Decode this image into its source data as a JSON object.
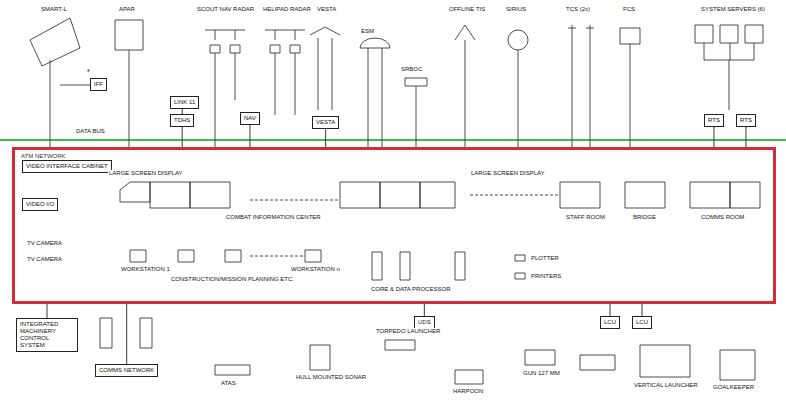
{
  "diagram": {
    "nodes": [
      {
        "text": [
          "ATM NETWORK"
        ]
      },
      {
        "text": [
          "VIDEO INTERFACE CABINET"
        ],
        "in": 0
      },
      {
        "text": [
          "VIDEO I/O"
        ],
        "in": 0
      },
      {
        "text": [
          "IFF"
        ]
      },
      {
        "text": [
          "LINK 11"
        ]
      },
      {
        "text": [
          "TDHS"
        ]
      },
      {
        "text": [
          "NAV"
        ]
      },
      {
        "text": [
          "VESTA"
        ]
      },
      {
        "text": [
          "RTS"
        ]
      },
      {
        "text": [
          "RTS"
        ]
      },
      {
        "text": [
          "INTEGRATED MACHINERY CONTROL SYSTEM"
        ]
      },
      {
        "text": [
          "COMMS NETWORK"
        ]
      },
      {
        "text": [
          "UDS"
        ]
      },
      {
        "text": [
          "LCU"
        ]
      },
      {
        "text": [
          "LCU"
        ]
      }
    ],
    "edges": [
      {
        "from": 4,
        "to": 5,
        "arrow": "none"
      },
      {
        "from": 5,
        "to": 0,
        "arrow": "none"
      },
      {
        "from": 6,
        "to": 0,
        "arrow": "none"
      },
      {
        "from": 7,
        "to": 0,
        "arrow": "none"
      },
      {
        "from": 8,
        "to": 0,
        "arrow": "none"
      },
      {
        "from": 9,
        "to": 0,
        "arrow": "none"
      },
      {
        "from": 0,
        "to": 10,
        "arrow": "none"
      },
      {
        "from": 0,
        "to": 11,
        "arrow": "none"
      },
      {
        "from": 0,
        "to": 12,
        "arrow": "none"
      },
      {
        "from": 0,
        "to": 13,
        "arrow": "none"
      },
      {
        "from": 0,
        "to": 14,
        "arrow": "none"
      }
    ],
    "labels": [
      "SMART-L",
      "APAR",
      "SCOUT NAV RADAR",
      "HELIPAD RADAR",
      "VESTA",
      "ESM",
      "SRBOC",
      "OFFLINE TIS",
      "SIRIUS",
      "TCS (2x)",
      "FCS",
      "SYSTEM SERVERS (6)",
      "DATA BUS",
      "LARGE SCREEN DISPLAY",
      "COMBAT INFORMATION CENTER",
      "LARGE SCREEN DISPLAY",
      "STAFF ROOM",
      "BRIDGE",
      "COMMS ROOM",
      "TV CAMERA",
      "TV CAMERA",
      "WORKSTATION 1",
      "CONSTRUCTION/MISSION PLANNING ETC.",
      "WORKSTATION n",
      "CORE & DATA PROCESSOR",
      "PLOTTER",
      "PRINTERS",
      "ATAS",
      "HULL MOUNTED SONAR",
      "TORPEDO LAUNCHER",
      "HARPOON",
      "GUN 127 MM",
      "VERTICAL LAUNCHER",
      "GOALKEEPER"
    ]
  }
}
